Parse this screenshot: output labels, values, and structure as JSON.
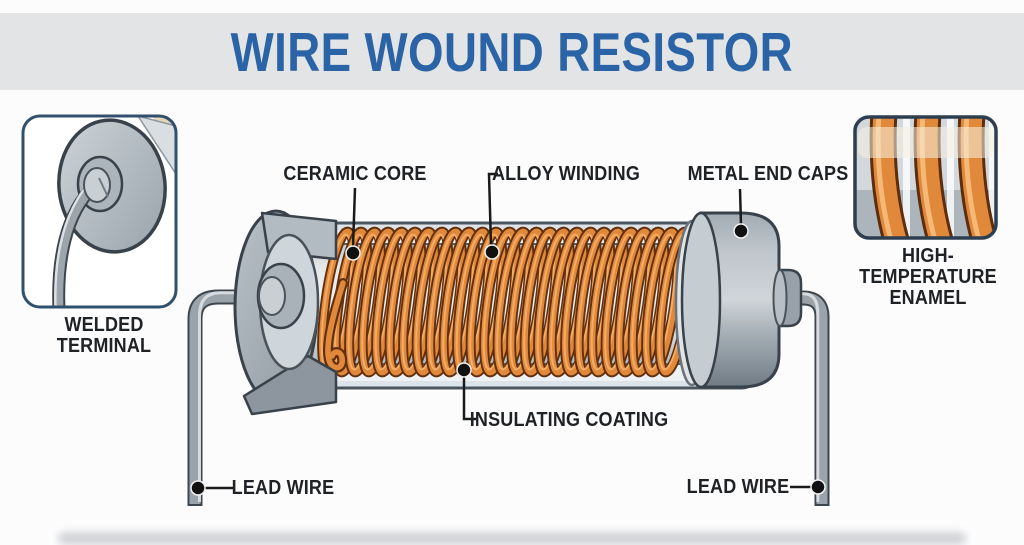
{
  "header": {
    "title": "WIRE WOUND RESISTOR"
  },
  "callouts": {
    "ceramic_core": {
      "label": "CERAMIC CORE"
    },
    "alloy_winding": {
      "label": "ALLOY WINDING"
    },
    "metal_end_caps": {
      "label": "METAL END CAPS"
    },
    "insulating_coating": {
      "label": "INSULATING COATING"
    },
    "lead_wire_left": {
      "label": "LEAD WIRE"
    },
    "lead_wire_right": {
      "label": "LEAD WIRE"
    }
  },
  "insets": {
    "welded_terminal": {
      "caption": "WELDED TERMINAL"
    },
    "high_temperature_enamel": {
      "caption": "HIGH-TEMPERATURE ENAMEL"
    }
  },
  "colors": {
    "title_blue": "#2A64A6",
    "banner_gray": "#E3E4E6",
    "label_dark": "#1E2225",
    "copper": "#E1893B",
    "copper_outline": "#63300F",
    "copper_highlight": "#F3AC66",
    "metal_gray": "#AEB7BE",
    "metal_outline": "#39424A",
    "tube_gray_blue": "#DDE4E9",
    "background": "#FCFCFD"
  }
}
